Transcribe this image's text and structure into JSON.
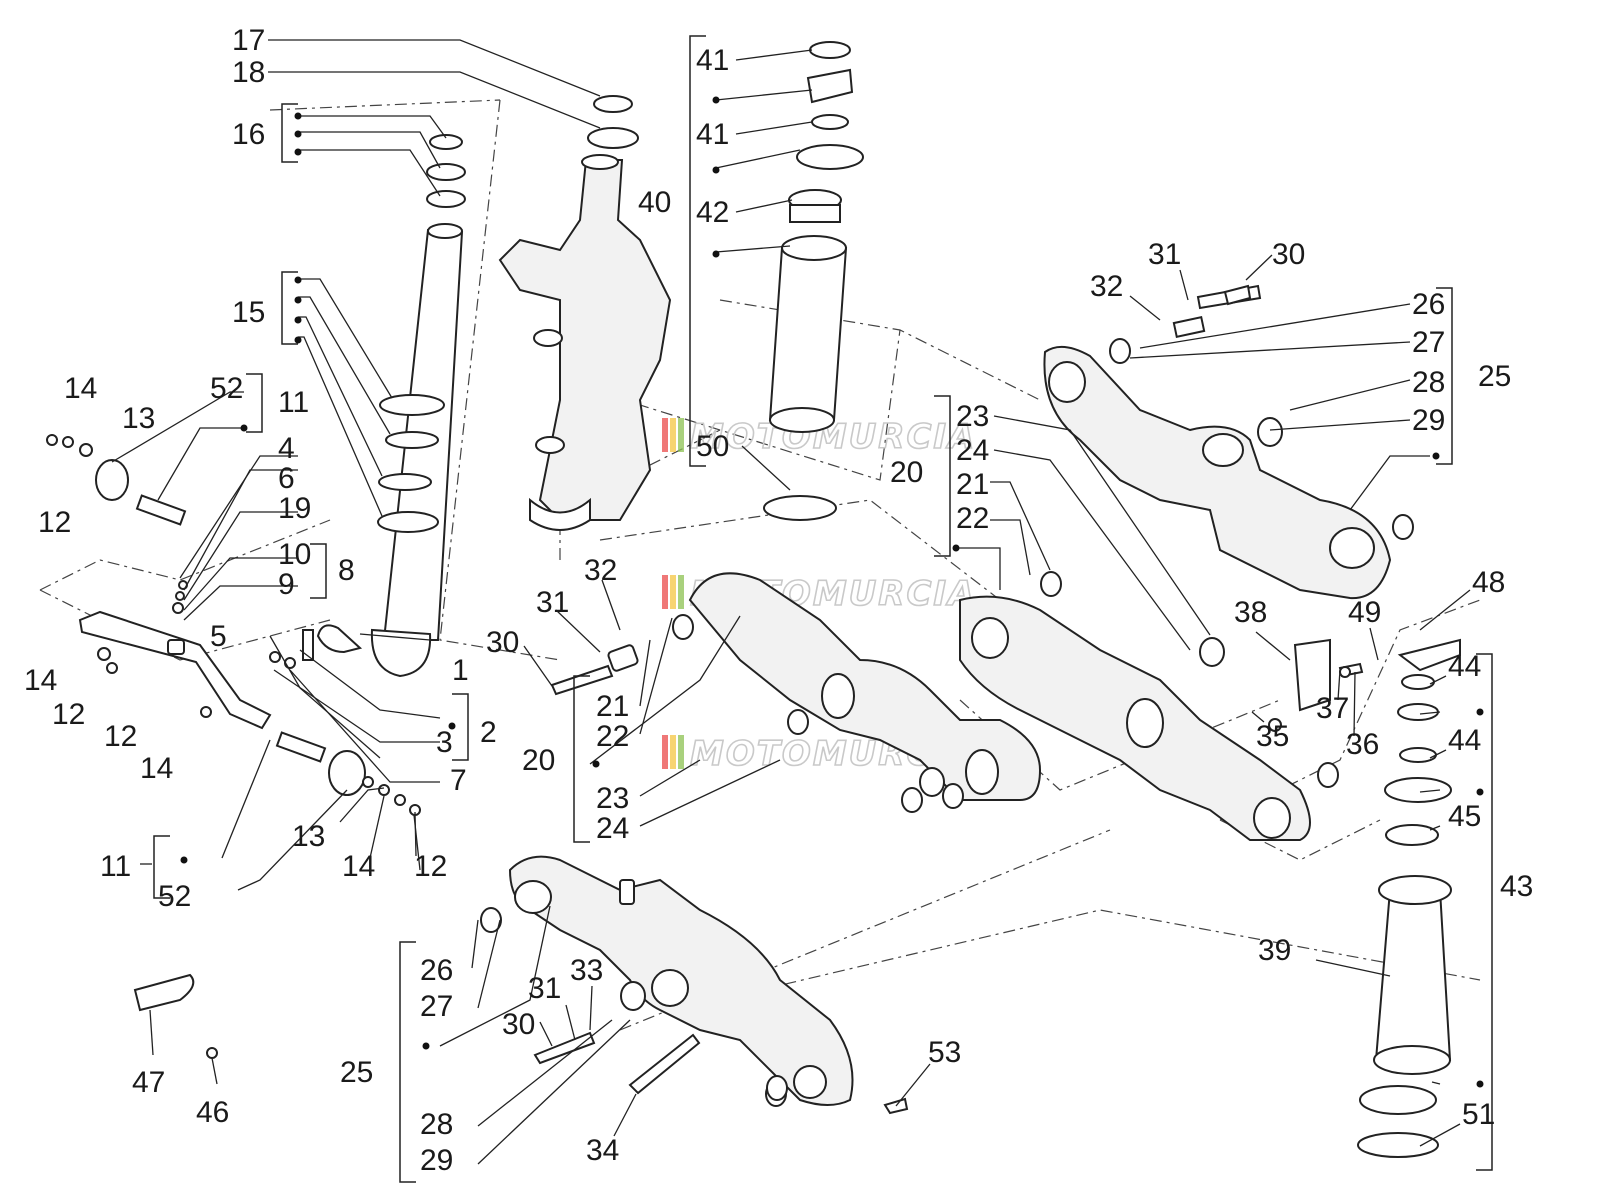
{
  "watermark": {
    "text": "MOTOMURCIA",
    "stripe_colors": [
      "#e94b4b",
      "#f4c542",
      "#8cc152"
    ]
  },
  "labels": {
    "n1": "1",
    "n2": "2",
    "n3": "3",
    "n4": "4",
    "n5": "5",
    "n6": "6",
    "n7": "7",
    "n8": "8",
    "n9": "9",
    "n10": "10",
    "n11": "11",
    "n12": "12",
    "n13": "13",
    "n14": "14",
    "n15": "15",
    "n16": "16",
    "n17": "17",
    "n18": "18",
    "n19": "19",
    "n20": "20",
    "n21": "21",
    "n22": "22",
    "n23": "23",
    "n24": "24",
    "n25": "25",
    "n26": "26",
    "n27": "27",
    "n28": "28",
    "n29": "29",
    "n30": "30",
    "n31": "31",
    "n32": "32",
    "n33": "33",
    "n34": "34",
    "n35": "35",
    "n36": "36",
    "n37": "37",
    "n38": "38",
    "n39": "39",
    "n40": "40",
    "n41": "41",
    "n42": "42",
    "n43": "43",
    "n44": "44",
    "n45": "45",
    "n46": "46",
    "n47": "47",
    "n48": "48",
    "n49": "49",
    "n50": "50",
    "n51": "51",
    "n52": "52",
    "n53": "53"
  }
}
